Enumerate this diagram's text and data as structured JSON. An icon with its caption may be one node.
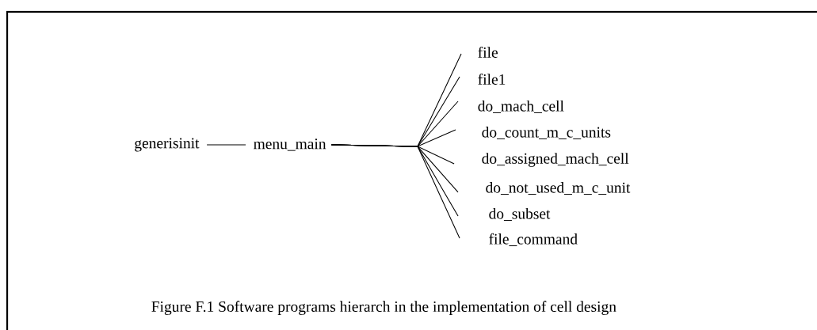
{
  "diagram": {
    "caption": "Figure F.1 Software programs hierarch in the implementation of cell design",
    "nodes": [
      {
        "text": [
          "generisinit"
        ]
      },
      {
        "text": [
          "menu_main"
        ]
      },
      {
        "text": [
          "file"
        ]
      },
      {
        "text": [
          "file1"
        ]
      },
      {
        "text": [
          "do_mach_cell"
        ]
      },
      {
        "text": [
          "do_count_m_c_units"
        ]
      },
      {
        "text": [
          "do_assigned_mach_cell"
        ]
      },
      {
        "text": [
          "do_not_used_m_c_unit"
        ]
      },
      {
        "text": [
          "do_subset"
        ]
      },
      {
        "text": [
          "file_command"
        ]
      }
    ],
    "edges": [
      {
        "from": 0,
        "to": 1,
        "arrow": "none"
      },
      {
        "from": 1,
        "to": 2,
        "arrow": "none"
      },
      {
        "from": 1,
        "to": 3,
        "arrow": "none"
      },
      {
        "from": 1,
        "to": 4,
        "arrow": "none"
      },
      {
        "from": 1,
        "to": 5,
        "arrow": "none"
      },
      {
        "from": 1,
        "to": 6,
        "arrow": "none"
      },
      {
        "from": 1,
        "to": 7,
        "arrow": "none"
      },
      {
        "from": 1,
        "to": 8,
        "arrow": "none"
      },
      {
        "from": 1,
        "to": 9,
        "arrow": "none"
      }
    ]
  }
}
